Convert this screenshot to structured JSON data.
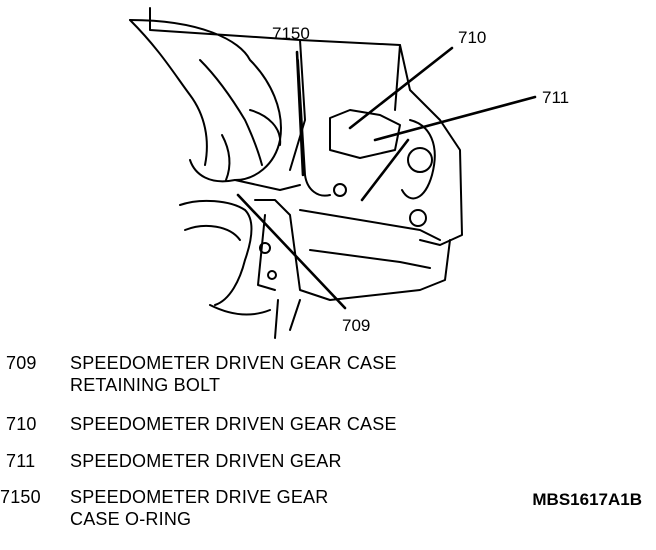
{
  "callouts": {
    "c7150": "7150",
    "c710": "710",
    "c711": "711",
    "c709": "709"
  },
  "legend": [
    {
      "number": "709",
      "line1": "SPEEDOMETER DRIVEN GEAR CASE",
      "line2": "RETAINING BOLT"
    },
    {
      "number": "710",
      "line1": "SPEEDOMETER DRIVEN GEAR CASE",
      "line2": ""
    },
    {
      "number": "711",
      "line1": "SPEEDOMETER DRIVEN GEAR",
      "line2": ""
    },
    {
      "number": "7150",
      "line1": "SPEEDOMETER DRIVE GEAR",
      "line2": "CASE O-RING"
    }
  ],
  "figure_id": "MBS1617A1B"
}
